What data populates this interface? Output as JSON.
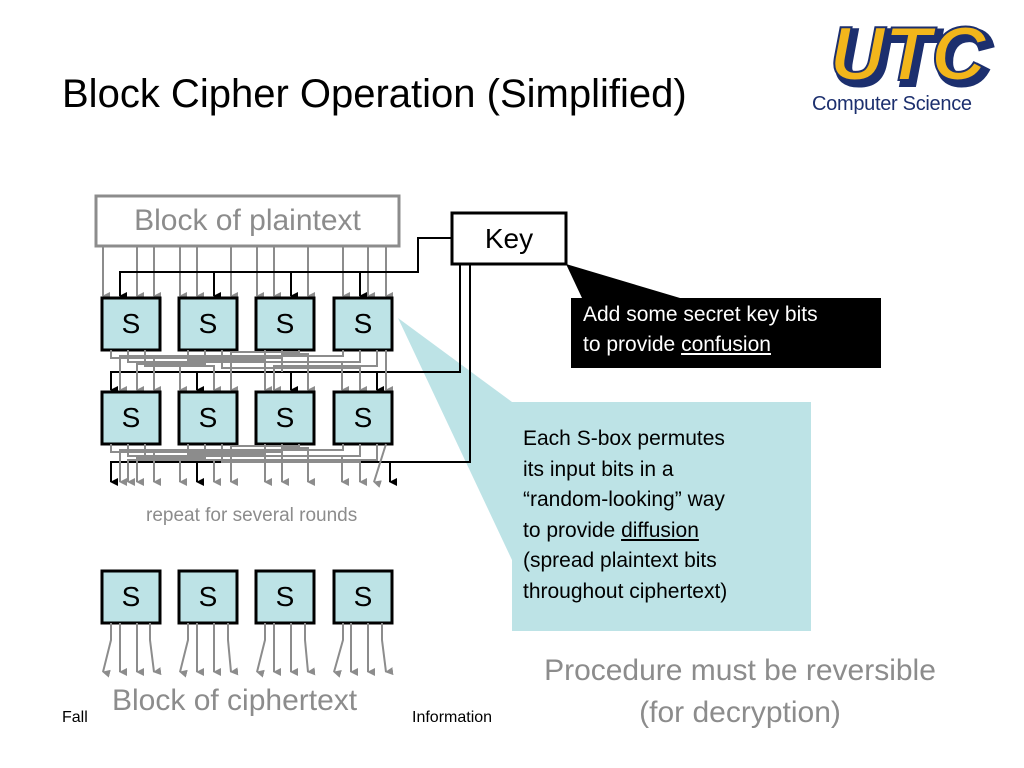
{
  "slide": {
    "title": "Block Cipher Operation (Simplified)",
    "footer_left": "Fall",
    "footer_center": "Information"
  },
  "logo": {
    "text": "UTC",
    "subtitle": "Computer Science"
  },
  "diagram": {
    "plaintext_label": "Block of plaintext",
    "key_label": "Key",
    "sbox_label": "S",
    "repeat_label": "repeat for several rounds",
    "ciphertext_label": "Block of ciphertext"
  },
  "confusion_callout": {
    "line1": "Add some secret key bits",
    "line2_prefix": "to provide ",
    "line2_link": "confusion"
  },
  "diffusion_callout": {
    "line1": "Each S-box permutes",
    "line2": "its input bits in a",
    "line3": "“random-looking” way",
    "line4_prefix": "to provide ",
    "line4_link": "diffusion",
    "line5": "(spread plaintext bits",
    "line6": "throughout ciphertext)"
  },
  "note": {
    "line1": "Procedure must be reversible",
    "line2": "(for decryption)"
  },
  "colors": {
    "sbox_fill": "#bde3e6",
    "callout_teal": "#bde3e6",
    "gray_text": "#8c8c8c",
    "gray_wire": "#8c8c8c",
    "logo_gold": "#f2b61b",
    "logo_navy": "#1c2f6e"
  }
}
